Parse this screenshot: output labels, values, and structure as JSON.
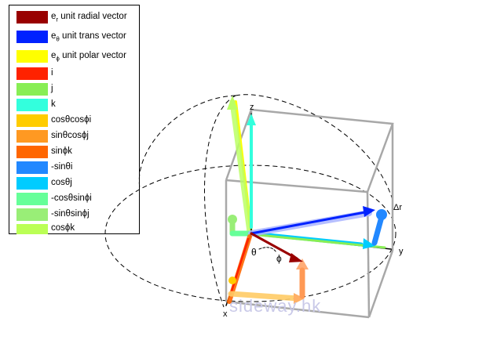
{
  "legend": {
    "items": [
      {
        "label": "e",
        "sub": "r",
        "suffix": " unit radial vector",
        "color": "#990000"
      },
      {
        "label": "e",
        "sub": "θ",
        "suffix": " unit trans vector",
        "color": "#0022ff"
      },
      {
        "label": "e",
        "sub": "ϕ",
        "suffix": " unit polar vector",
        "color": "#ffff00"
      },
      {
        "label": "i",
        "sub": "",
        "suffix": "",
        "color": "#ff2200"
      },
      {
        "label": "j",
        "sub": "",
        "suffix": "",
        "color": "#88ee55"
      },
      {
        "label": "k",
        "sub": "",
        "suffix": "",
        "color": "#33ffdd"
      },
      {
        "label": "cosθcosϕi",
        "sub": "",
        "suffix": "",
        "color": "#ffcc00"
      },
      {
        "label": "sinθcosϕj",
        "sub": "",
        "suffix": "",
        "color": "#ff9922"
      },
      {
        "label": "sinϕk",
        "sub": "",
        "suffix": "",
        "color": "#ff6600"
      },
      {
        "label": "-sinθi",
        "sub": "",
        "suffix": "",
        "color": "#2288ff"
      },
      {
        "label": "cosθj",
        "sub": "",
        "suffix": "",
        "color": "#00ccff"
      },
      {
        "label": "-cosθsinϕi",
        "sub": "",
        "suffix": "",
        "color": "#66ff99"
      },
      {
        "label": "-sinθsinϕj",
        "sub": "",
        "suffix": "",
        "color": "#99ee77"
      },
      {
        "label": "cosϕk",
        "sub": "",
        "suffix": "",
        "color": "#bbff55"
      }
    ]
  },
  "axes": {
    "x": "x",
    "y": "y",
    "z": "z"
  },
  "angles": {
    "theta": "θ",
    "phi": "ϕ"
  },
  "delta_r": "Δr",
  "watermark": "sideway.hk"
}
